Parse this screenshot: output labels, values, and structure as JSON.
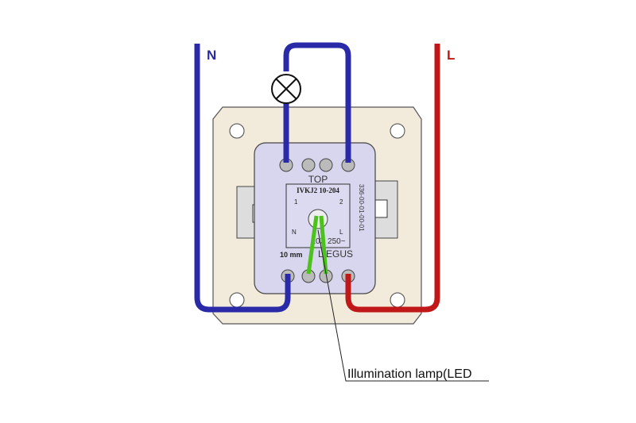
{
  "labels": {
    "neutral": "N",
    "live": "L",
    "top": "TOP",
    "model": "IVKJ2 10-204",
    "terminal_1": "1",
    "terminal_2": "2",
    "terminal_n": "N",
    "terminal_l": "L",
    "rating": "10X 250~",
    "strip_length": "10 mm",
    "brand": "LIEGUS",
    "part_number": "336-00-01-00-01",
    "callout": "Illumination lamp(LED"
  },
  "colors": {
    "neutral_wire": "#2a2aa8",
    "live_wire": "#c01818",
    "led_wire": "#4cc21c",
    "frame": "#f2ebdc",
    "module": "#d8d6ee"
  }
}
